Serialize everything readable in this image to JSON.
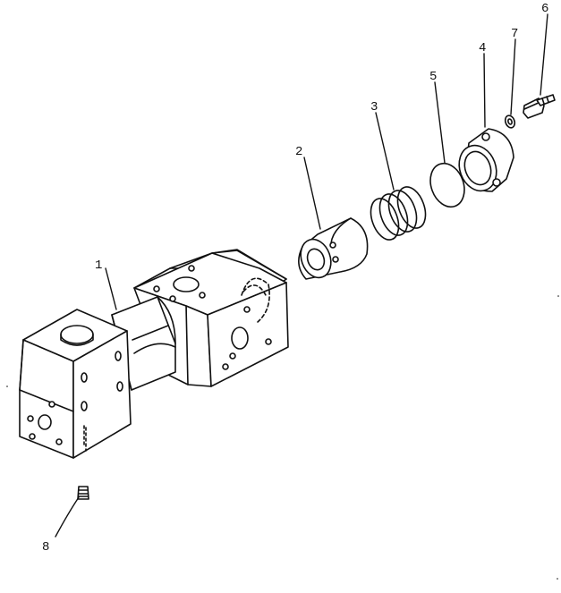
{
  "diagram": {
    "type": "exploded-parts-view",
    "ink_color": "#111111",
    "background": "#ffffff",
    "callouts": [
      {
        "id": "1",
        "label": "1",
        "part": "valve-body"
      },
      {
        "id": "2",
        "label": "2",
        "part": "spool"
      },
      {
        "id": "3",
        "label": "3",
        "part": "spring"
      },
      {
        "id": "4",
        "label": "4",
        "part": "flange-cover"
      },
      {
        "id": "5",
        "label": "5",
        "part": "o-ring"
      },
      {
        "id": "6",
        "label": "6",
        "part": "bolt"
      },
      {
        "id": "7",
        "label": "7",
        "part": "washer"
      },
      {
        "id": "8",
        "label": "8",
        "part": "plug"
      }
    ]
  }
}
